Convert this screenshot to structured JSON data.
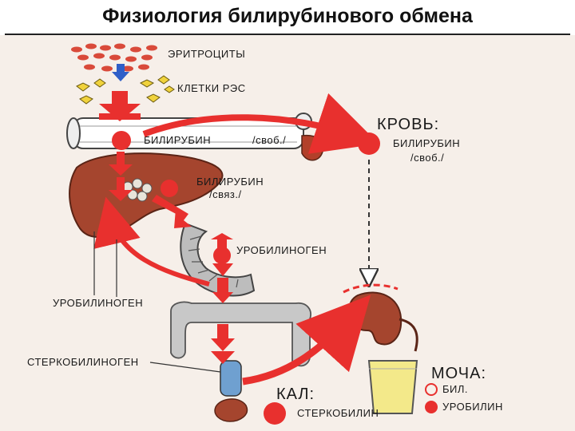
{
  "title": "Физиология билирубинового обмена",
  "labels": {
    "erythrocytes": "ЭРИТРОЦИТЫ",
    "res_cells": "КЛЕТКИ РЭС",
    "blood": "КРОВЬ:",
    "bilirubin_free_left": "БИЛИРУБИН",
    "bilirubin_free_left_note": "/своб./",
    "bilirubin_free_right": "БИЛИРУБИН",
    "bilirubin_free_right_note": "/своб./",
    "bilirubin_bound": "БИЛИРУБИН",
    "bilirubin_bound_note": "/связ./",
    "urobilinogen_intestine": "УРОБИЛИНОГЕН",
    "urobilinogen_return": "УРОБИЛИНОГЕН",
    "stercobilinogen": "СТЕРКОБИЛИНОГЕН",
    "urine": "МОЧА:",
    "urine_bil": "БИЛ.",
    "urine_urobilin": "УРОБИЛИН",
    "feces": "КАЛ:",
    "stercobilin": "СТЕРКОБИЛИН"
  },
  "colors": {
    "arrow_red": "#e8302e",
    "organ_brown": "#a5452e",
    "intestine_gray": "#9a9a9a",
    "urine_yellow": "#f3e98a",
    "bg_paper": "#f6efe9"
  },
  "icons": [
    "erythrocyte-icon",
    "res-cell-icon",
    "liver-icon",
    "spleen-icon",
    "kidney-icon",
    "urine-glass-icon",
    "intestine-icon",
    "stool-icon"
  ]
}
